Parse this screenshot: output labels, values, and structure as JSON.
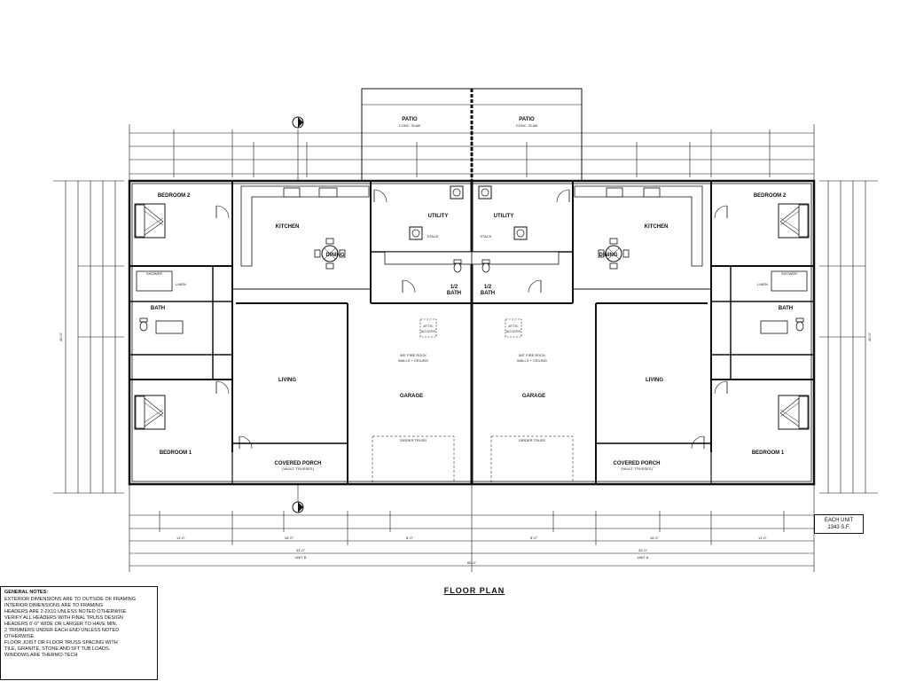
{
  "title": "FLOOR PLAN",
  "each_unit": {
    "line1": "EACH UNIT",
    "line2": "1343 S.F."
  },
  "notes": {
    "heading": "GENERAL NOTES:",
    "items": [
      "EXTERIOR DIMENSIONS ARE TO OUTSIDE OF FRAMING",
      "INTERIOR DIMENSIONS ARE TO FRAMING",
      "HEADERS ARE 2-2X10 UNLESS NOTED OTHERWISE",
      "VERIFY ALL HEADERS WITH FINAL TRUSS DESIGN",
      "HEADERS 6'-0\" WIDE OR LARGER TO HAVE MIN.",
      "2 TRIMMERS UNDER EACH END UNLESS NOTED",
      "OTHERWISE.",
      "FLOOR JOIST OR FLOOR TRUSS SPACING WITH",
      "TILE, GRANITE, STONE AND 5FT TUB LOADS.",
      "WINDOWS ARE THERMO-TECH"
    ]
  },
  "rooms": {
    "patio": "PATIO",
    "patio_sub": "CONC. SLAB",
    "bedroom2": "BEDROOM 2",
    "bedroom1": "BEDROOM 1",
    "kitchen": "KITCHEN",
    "dining": "DINING",
    "utility": "UTILITY",
    "bath": "BATH",
    "half": "1/2",
    "living": "LIVING",
    "garage": "GARAGE",
    "covered_porch": "COVERED PORCH",
    "porch_sub": "(VAULT. TRUSSES)",
    "attic": "ATTIC",
    "access": "ACCESS",
    "firerock": "5/8\" FIRE ROCK",
    "firerock2": "WALLS + CEILING",
    "girder": "GIRDER TRUSS",
    "stack": "STACK",
    "unit": "UNIT",
    "shower": "SHOWER",
    "linen": "LINEN"
  },
  "dims": {
    "overall": "66'-0\"",
    "half": "33'-0\"",
    "unit_b": "UNIT B",
    "unit_a": "UNIT A",
    "depth": "40'-0\"",
    "d1": "11'-0\"",
    "d2": "16'-0\"",
    "d3": "8'-0\""
  }
}
